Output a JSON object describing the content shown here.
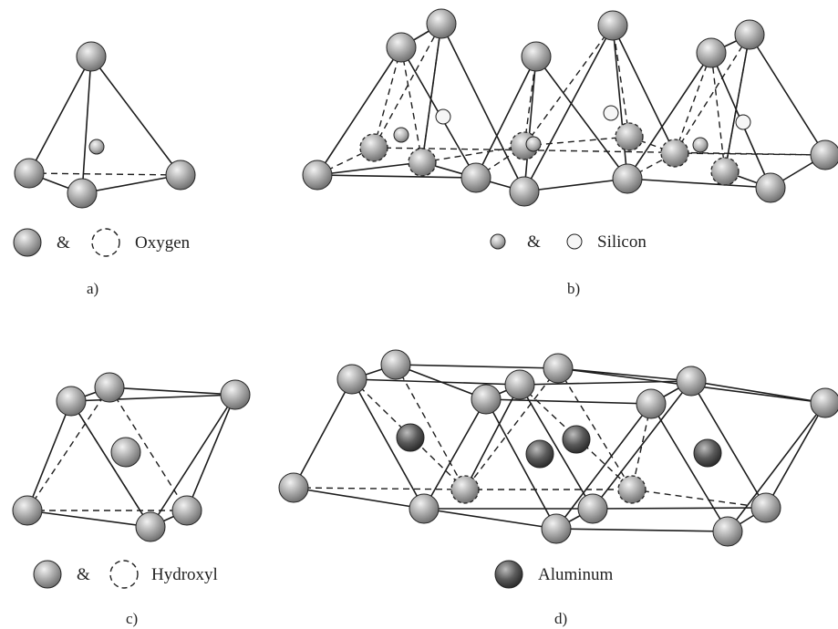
{
  "panels": {
    "a": {
      "caption": "a)",
      "legend": {
        "amp": "&",
        "label": "Oxygen"
      }
    },
    "b": {
      "caption": "b)",
      "legend": {
        "amp": "&",
        "label": "Silicon"
      }
    },
    "c": {
      "caption": "c)",
      "legend": {
        "amp": "&",
        "label": "Hydroxyl"
      }
    },
    "d": {
      "caption": "d)",
      "legend": {
        "label": "Aluminum"
      }
    }
  },
  "colors": {
    "oxygen": "#a6a6a6",
    "silicon": "#b0b0b0",
    "aluminum": "#5c5c5c",
    "line": "#1c1c1c"
  }
}
